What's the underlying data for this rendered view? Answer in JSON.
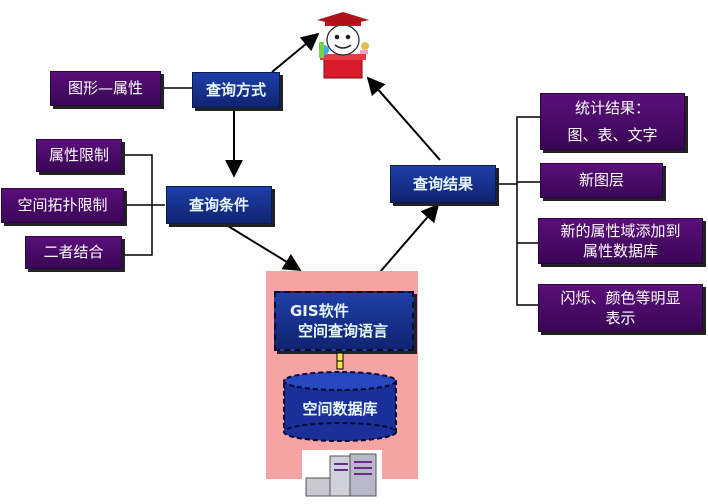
{
  "nodes": {
    "query_method": "查询方式",
    "query_condition": "查询条件",
    "query_result": "查询结果",
    "gis_software": "GIS软件",
    "spatial_query_language": "空间查询语言",
    "spatial_database": "空间数据库"
  },
  "left_options": {
    "graphic_attribute": "图形—属性",
    "attribute_limit": "属性限制",
    "spatial_topology_limit": "空间拓扑限制",
    "combination": "二者结合"
  },
  "result_outputs": {
    "stat_results_line1": "统计结果：",
    "stat_results_line2": "图、表、文字",
    "new_layer": "新图层",
    "new_attr_line1": "新的属性域添加到",
    "new_attr_line2": "属性数据库",
    "flash_line1": "闪烁、颜色等明显",
    "flash_line2": "表示"
  },
  "icons": [
    "graduate-mascot-icon",
    "server-computer-icon"
  ],
  "colors": {
    "blue_box": "#1a3a9e",
    "purple_box": "#4a0a6a",
    "pink_panel": "#f5a3a3",
    "line": "#000000"
  }
}
